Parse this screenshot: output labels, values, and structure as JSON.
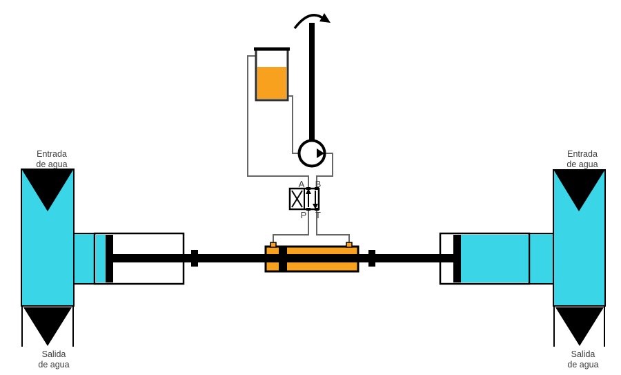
{
  "labels": {
    "inlet_left": {
      "line1": "Entrada",
      "line2": "de agua"
    },
    "outlet_left": {
      "line1": "Salida",
      "line2": "de agua"
    },
    "inlet_right": {
      "line1": "Entrada",
      "line2": "de agua"
    },
    "outlet_right": {
      "line1": "Salida",
      "line2": "de agua"
    }
  },
  "valve": {
    "port_a": "A",
    "port_b": "B",
    "port_p": "P",
    "port_t": "T"
  },
  "colors": {
    "water_cyan": "#3AD5E6",
    "hydraulic_orange": "#F7A11E",
    "plumbing_gray": "#666666",
    "shape_black": "#000000",
    "label_gray": "#3d3d3d",
    "background": "#ffffff"
  }
}
